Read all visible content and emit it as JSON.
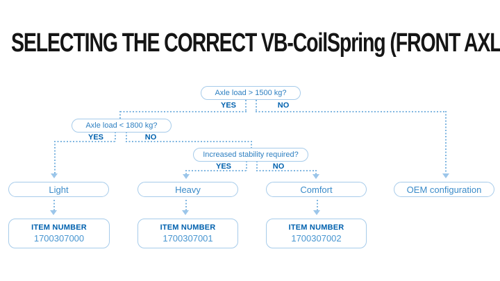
{
  "title": "SELECTING THE CORRECT VB-CoilSpring (FRONT AXLE)",
  "colors": {
    "title_text": "#151515",
    "question_text": "#2d7fc1",
    "yes_no_text": "#0061ae",
    "outcome_label_text": "#3a8bc9",
    "item_heading_text": "#0061ae",
    "item_number_text": "#4795d0",
    "box_border": "#a6cbea",
    "dashed_line": "#7eb5e0",
    "arrowhead": "#9cc6ea",
    "background": "#ffffff"
  },
  "flowchart": {
    "decisions": [
      {
        "question": "Axle load > 1500 kg?",
        "yes": "YES",
        "no": "NO"
      },
      {
        "question": "Axle load < 1800 kg?",
        "yes": "YES",
        "no": "NO"
      },
      {
        "question": "Increased stability required?",
        "yes": "YES",
        "no": "NO"
      }
    ],
    "outcomes": [
      {
        "label": "Light",
        "item_label": "ITEM NUMBER",
        "item_number": "1700307000"
      },
      {
        "label": "Heavy",
        "item_label": "ITEM NUMBER",
        "item_number": "1700307001"
      },
      {
        "label": "Comfort",
        "item_label": "ITEM NUMBER",
        "item_number": "1700307002"
      },
      {
        "label": "OEM configuration"
      }
    ]
  }
}
